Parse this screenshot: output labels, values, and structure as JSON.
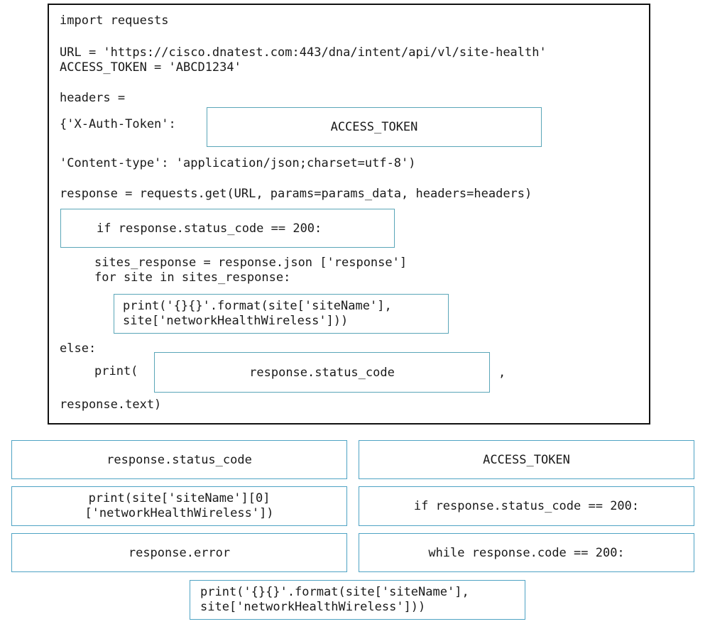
{
  "code": {
    "line_import": "import requests",
    "line_url": "URL = 'https://cisco.dnatest.com:443/dna/intent/api/vl/site-health'",
    "line_token": "ACCESS_TOKEN = 'ABCD1234'",
    "line_headers": "headers =",
    "line_auth": "{'X-Auth-Token':",
    "line_content": "'Content-type': 'application/json;charset=utf-8')",
    "line_response": "response = requests.get(URL, params=params_data, headers=headers)",
    "line_sites": "sites_response = response.json ['response']",
    "line_for": "for site in sites_response:",
    "line_else": "else:",
    "line_print": "print(",
    "line_comma": ",",
    "line_text": "response.text)"
  },
  "slots": {
    "slot1": "ACCESS_TOKEN",
    "slot2": "if response.status_code == 200:",
    "slot3_line1": "print('{}{}'.format(site['siteName'],",
    "slot3_line2": "site['networkHealthWireless']))",
    "slot4": "response.status_code"
  },
  "options": {
    "opt1": "response.status_code",
    "opt2": "ACCESS_TOKEN",
    "opt3_line1": "print(site['siteName'][0]",
    "opt3_line2": "['networkHealthWireless'])",
    "opt4": "if response.status_code == 200:",
    "opt5": "response.error",
    "opt6": "while response.code == 200:",
    "opt7_line1": "print('{}{}'.format(site['siteName'],",
    "opt7_line2": "site['networkHealthWireless']))"
  }
}
